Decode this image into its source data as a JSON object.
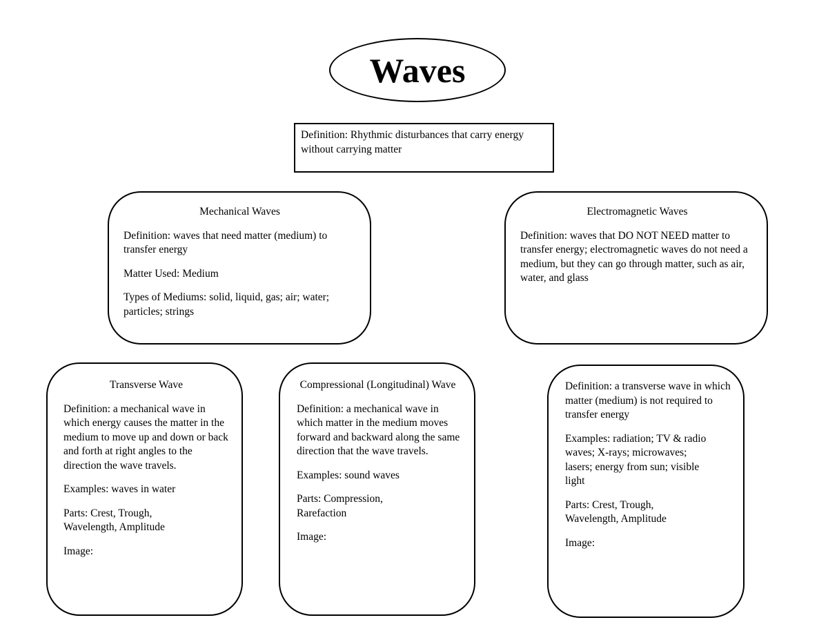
{
  "title": "Waves",
  "definition": "Definition: Rhythmic disturbances that carry energy without carrying matter",
  "mechanical": {
    "title": "Mechanical Waves",
    "paragraphs": [
      "Definition: waves that need matter (medium) to transfer energy",
      "Matter Used: Medium",
      "Types of Mediums: solid, liquid, gas; air; water; particles; strings"
    ]
  },
  "electromagnetic": {
    "title": "Electromagnetic Waves",
    "paragraphs": [
      "Definition: waves that DO NOT NEED matter to transfer energy; electromagnetic waves do not need a medium, but they can go through matter, such as air, water, and glass"
    ]
  },
  "transverse": {
    "title": "Transverse Wave",
    "paragraphs": [
      "Definition: a mechanical wave in which energy causes the matter in the medium to move up and down or back and forth at right angles to the direction the wave travels.",
      "Examples: waves in water",
      "Parts: Crest, Trough, Wavelength, Amplitude",
      "Image:"
    ]
  },
  "compressional": {
    "title": "Compressional (Longitudinal) Wave",
    "paragraphs": [
      "Definition: a mechanical wave in which matter in the medium moves forward and backward along the same direction that the wave travels.",
      "Examples: sound waves",
      "Parts: Compression, Rarefaction",
      "Image:"
    ]
  },
  "em_detail": {
    "paragraphs": [
      "Definition: a transverse wave in which matter (medium) is not required to transfer energy",
      "Examples: radiation; TV & radio waves; X-rays; microwaves; lasers; energy from sun; visible light",
      "Parts: Crest, Trough, Wavelength, Amplitude",
      "Image:"
    ]
  }
}
